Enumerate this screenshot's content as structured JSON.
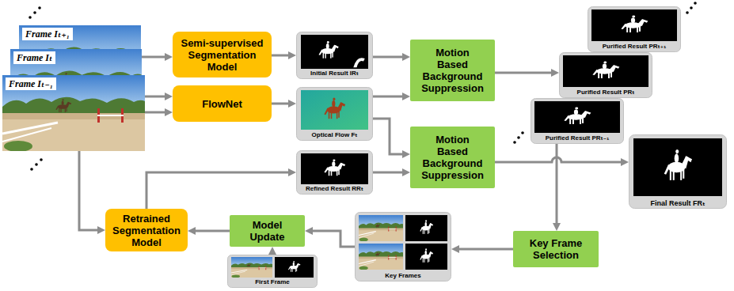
{
  "diagram": {
    "nodes": [
      {
        "text": [
          "Frame Iₜ₊₁"
        ]
      },
      {
        "text": [
          "Frame Iₜ"
        ]
      },
      {
        "text": [
          "Frame Iₜ₋₁"
        ]
      },
      {
        "text": [
          "Semi-supervised Segmentation Model"
        ]
      },
      {
        "text": [
          "FlowNet"
        ]
      },
      {
        "text": [
          "Initial Result IRₜ"
        ]
      },
      {
        "text": [
          "Optical Flow Fₜ"
        ]
      },
      {
        "text": [
          "Motion Based Background Suppression"
        ]
      },
      {
        "text": [
          "Purified Result PRₜ₊₁"
        ]
      },
      {
        "text": [
          "Purified Result PRₜ"
        ]
      },
      {
        "text": [
          "Purified Result PRₜ₋₁"
        ]
      },
      {
        "text": [
          "Refined Result RRₜ"
        ]
      },
      {
        "text": [
          "Motion Based Background Suppression"
        ]
      },
      {
        "text": [
          "Final Result FRₜ"
        ]
      },
      {
        "text": [
          "Retrained Segmentation Model"
        ]
      },
      {
        "text": [
          "Model Update"
        ]
      },
      {
        "text": [
          "Key Frame Selection"
        ]
      },
      {
        "text": [
          "Key Frames"
        ]
      },
      {
        "text": [
          "First Frame"
        ]
      }
    ],
    "edges": [
      {
        "from": 1,
        "to": 3,
        "arrow": "to"
      },
      {
        "from": 1,
        "to": 4,
        "arrow": "to"
      },
      {
        "from": 2,
        "to": 4,
        "arrow": "to"
      },
      {
        "from": 3,
        "to": 5,
        "arrow": "to"
      },
      {
        "from": 4,
        "to": 6,
        "arrow": "to"
      },
      {
        "from": 5,
        "to": 7,
        "arrow": "to"
      },
      {
        "from": 6,
        "to": 7,
        "arrow": "to"
      },
      {
        "from": 7,
        "to": 9,
        "arrow": "to"
      },
      {
        "from": 6,
        "to": 12,
        "arrow": "to"
      },
      {
        "from": 11,
        "to": 12,
        "arrow": "to"
      },
      {
        "from": 12,
        "to": 13,
        "arrow": "to"
      },
      {
        "from": 10,
        "to": 16,
        "arrow": "to"
      },
      {
        "from": 16,
        "to": 17,
        "arrow": "to"
      },
      {
        "from": 17,
        "to": 15,
        "arrow": "to"
      },
      {
        "from": 18,
        "to": 15,
        "arrow": "to"
      },
      {
        "from": 15,
        "to": 14,
        "arrow": "to"
      },
      {
        "from": 14,
        "to": 11,
        "arrow": "to"
      },
      {
        "from": 2,
        "to": 14,
        "arrow": "to"
      }
    ]
  }
}
